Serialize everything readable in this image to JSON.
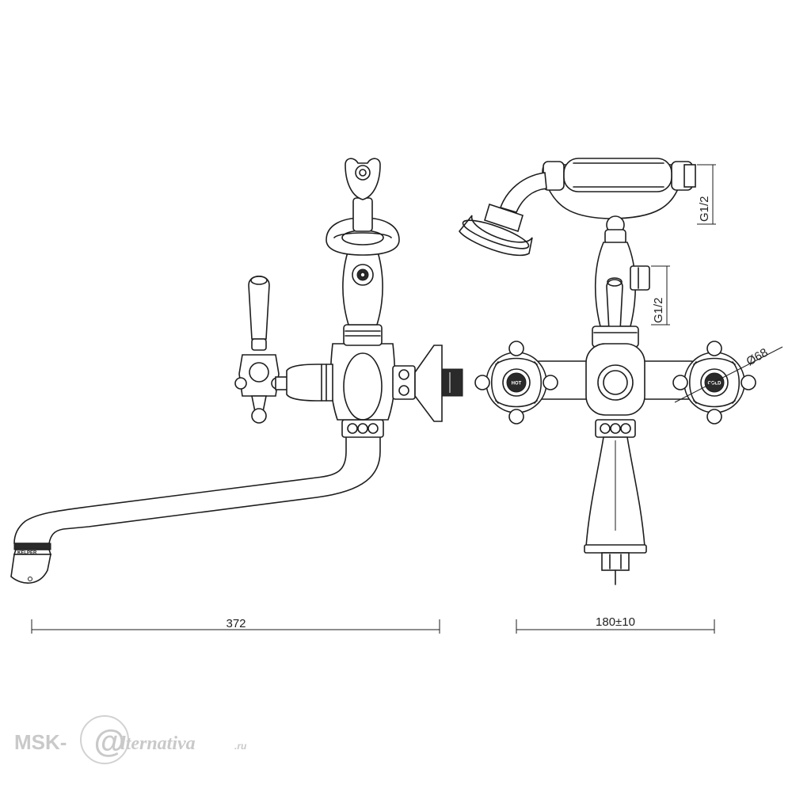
{
  "dimensions": {
    "spout_length": "372",
    "wall_spacing": "180±10",
    "handshower_thread": "G1/2",
    "outlet_thread": "G1/2",
    "flange_diameter": "Ø68"
  },
  "handle_labels": {
    "hot": "HOT",
    "cold": "COLD"
  },
  "spout_brand": "KELPER",
  "watermark": {
    "prefix": "MSK-",
    "at": "@",
    "suffix": "lternativa",
    "tld": ".ru"
  }
}
